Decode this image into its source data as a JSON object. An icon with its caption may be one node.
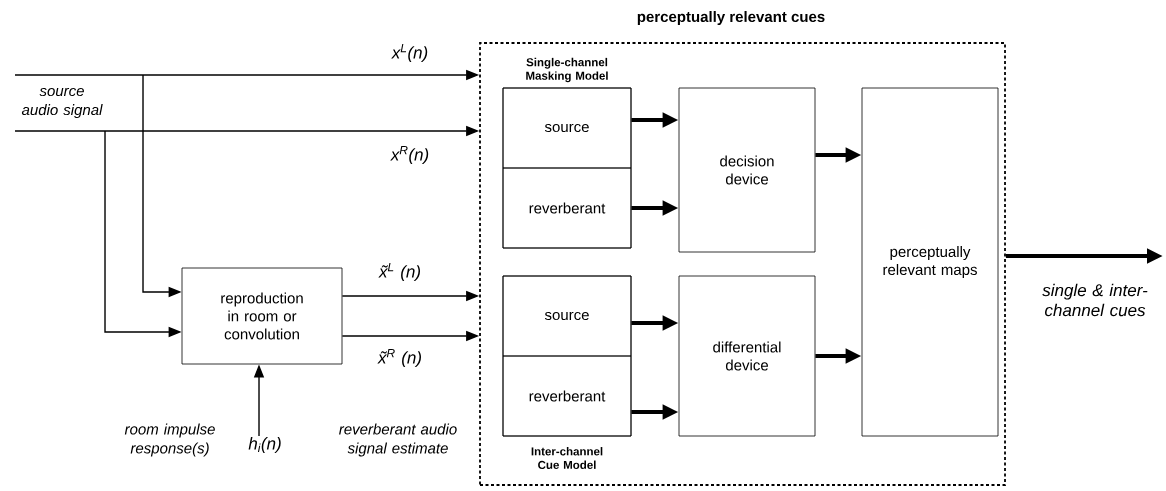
{
  "diagram": {
    "nodes": [
      {
        "text": [
          "perceptually relevant cues"
        ]
      },
      {
        "text": [
          "Single-channel Masking Model"
        ],
        "in": 0
      },
      {
        "text": [
          "source"
        ],
        "in": 1
      },
      {
        "text": [
          "reverberant"
        ],
        "in": 1
      },
      {
        "text": [
          "decision device"
        ],
        "in": 0
      },
      {
        "text": [
          "Inter-channel Cue Model"
        ],
        "in": 0
      },
      {
        "text": [
          "source"
        ],
        "in": 5
      },
      {
        "text": [
          "reverberant"
        ],
        "in": 5
      },
      {
        "text": [
          "differential device"
        ],
        "in": 0
      },
      {
        "text": [
          "perceptually relevant maps"
        ],
        "in": 0
      },
      {
        "text": [
          "reproduction in room or convolution"
        ]
      },
      {
        "text": [
          "h$_{i}$(n)"
        ]
      }
    ],
    "edges": [
      {
        "from": null,
        "to": 0,
        "arrow": "to",
        "label": "x$^{L}$(n)"
      },
      {
        "from": null,
        "to": 0,
        "arrow": "to",
        "label": "x$^{R}$(n)"
      },
      {
        "from": null,
        "to": 10,
        "arrow": "to"
      },
      {
        "from": null,
        "to": 10,
        "arrow": "to"
      },
      {
        "from": 10,
        "to": 0,
        "arrow": "to",
        "label": "x̃$^{L}$ (n)"
      },
      {
        "from": 10,
        "to": 0,
        "arrow": "to",
        "label": "x̃$^{R}$ (n)"
      },
      {
        "from": 11,
        "to": 10,
        "arrow": "to"
      },
      {
        "from": 2,
        "to": 4,
        "arrow": "to",
        "style": "thick"
      },
      {
        "from": 3,
        "to": 4,
        "arrow": "to",
        "style": "thick"
      },
      {
        "from": 6,
        "to": 8,
        "arrow": "to",
        "style": "thick"
      },
      {
        "from": 7,
        "to": 8,
        "arrow": "to",
        "style": "thick"
      },
      {
        "from": 4,
        "to": 9,
        "arrow": "to",
        "style": "thick"
      },
      {
        "from": 8,
        "to": 9,
        "arrow": "to",
        "style": "thick"
      },
      {
        "from": 0,
        "to": null,
        "arrow": "to",
        "style": "thick",
        "label": "single & inter-channel cues"
      }
    ],
    "labels": [
      "source audio signal",
      "room impulse response(s)",
      "reverberant audio signal estimate"
    ]
  }
}
